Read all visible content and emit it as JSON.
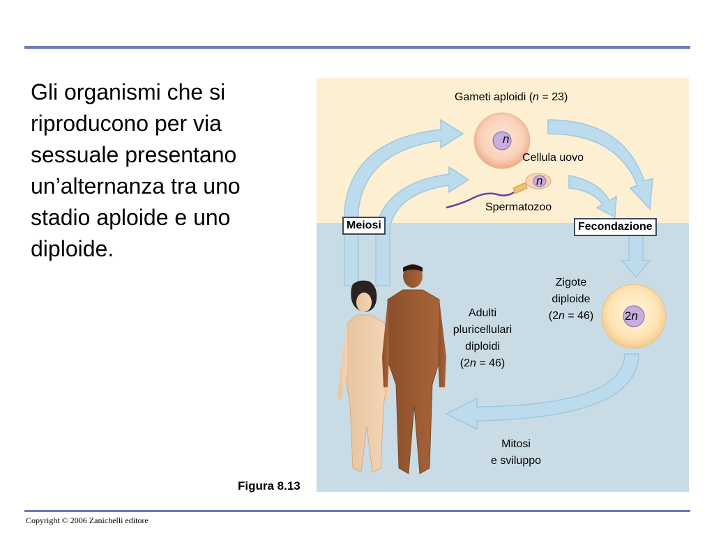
{
  "slide": {
    "body_text": "Gli organismi che si riproducono per via sessuale presentano un’alternanza tra uno stadio aploide e uno diploide.",
    "figure_label": "Figura 8.13",
    "copyright": "Copyright © 2006 Zanichelli editore"
  },
  "figure": {
    "gametes_prefix": "Gameti aploidi (",
    "gametes_n": "n",
    "gametes_suffix": " = 23)",
    "egg_label": "Cellula uovo",
    "egg_ploidy": "n",
    "sperm_label": "Spermatozoo",
    "sperm_ploidy": "n",
    "meiosis_label": "Meiosi",
    "fertilization_label": "Fecondazione",
    "zygote_line1": "Zigote",
    "zygote_line2": "diploide",
    "zygote_line3_prefix": "(2",
    "zygote_line3_n": "n",
    "zygote_line3_suffix": " = 46)",
    "zygote_ploidy_num": "2",
    "zygote_ploidy_n": "n",
    "adults_line1": "Adulti",
    "adults_line2": "pluricellulari",
    "adults_line3": "diploidi",
    "adults_line4_prefix": "(2",
    "adults_line4_n": "n",
    "adults_line4_suffix": " = 46)",
    "mitosis_line1": "Mitosi",
    "mitosis_line2": "e sviluppo",
    "colors": {
      "haploid_bg": "#fcefd2",
      "diploid_bg": "#c9dce6",
      "arrow_fill": "#bcdcee",
      "rule": "#6b7bbf"
    }
  }
}
